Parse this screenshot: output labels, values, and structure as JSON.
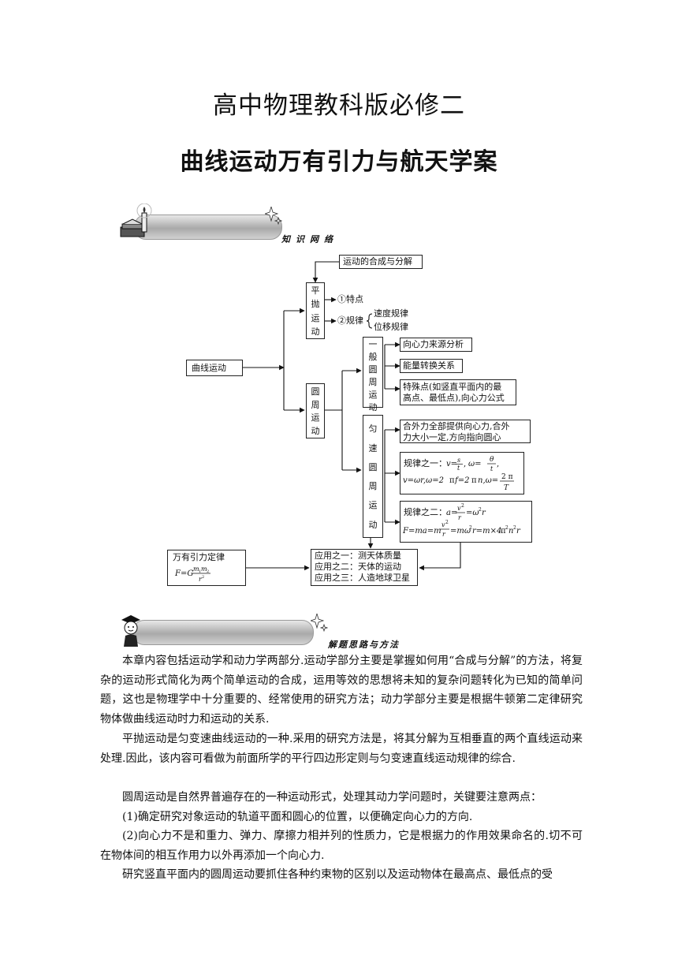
{
  "header": {
    "title": "高中物理教科版必修二",
    "subtitle": "曲线运动万有引力与航天学案"
  },
  "sections": {
    "knowledge_network": "知识网络",
    "methods": "解题思路与方法"
  },
  "diagram": {
    "root": "曲线运动",
    "compose": "运动的合成与分解",
    "pingpao": [
      "平",
      "抛",
      "运",
      "动"
    ],
    "pingpao_te": "①特点",
    "pingpao_gui": "②规律",
    "speed_rule": "速度规律",
    "disp_rule": "位移规律",
    "yuanzhou": [
      "圆",
      "周",
      "运",
      "动"
    ],
    "general": [
      "一",
      "般",
      "圆",
      "周",
      "运",
      "动"
    ],
    "uniform": [
      "匀",
      "速",
      "圆",
      "周",
      "运",
      "动"
    ],
    "g1": "向心力来源分析",
    "g2": "能量转换关系",
    "g3_l1": "特殊点(如竖直平面内的最",
    "g3_l2": "高点、最低点),向心力公式",
    "u1_l1": "合外力全部提供向心力,合外",
    "u1_l2": "力大小一定,方向指向圆心",
    "rule1_label": "规律之一：",
    "rule2_label": "规律之二：",
    "gravity_law": "万有引力定律",
    "app1": "应用之一：测天体质量",
    "app2": "应用之二：天体的运动",
    "app3": "应用之三：人造地球卫星"
  },
  "paragraphs": [
    "本章内容包括运动学和动力学两部分.运动学部分主要是掌握如何用“合成与分解”的方法，将复杂的运动形式简化为两个简单运动的合成，运用等效的思想将未知的复杂问题转化为已知的简单问题，这也是物理学中十分重要的、经常使用的研究方法；动力学部分主要是根据牛顿第二定律研究物体做曲线运动时力和运动的关系.",
    "平抛运动是匀变速曲线运动的一种.采用的研究方法是，将其分解为互相垂直的两个直线运动来处理.因此，该内容可看做为前面所学的平行四边形定则与匀变速直线运动规律的综合.",
    "圆周运动是自然界普遍存在的一种运动形式，处理其动力学问题时，关键要注意两点：",
    "(1)确定研究对象运动的轨道平面和圆心的位置，以便确定向心力的方向.",
    "(2)向心力不是和重力、弹力、摩擦力相并列的性质力，它是根据力的作用效果命名的.切不可在物体间的相互作用力以外再添加一个向心力.",
    "研究竖直平面内的圆周运动要抓住各种约束物的区别以及运动物体在最高点、最低点的受"
  ]
}
